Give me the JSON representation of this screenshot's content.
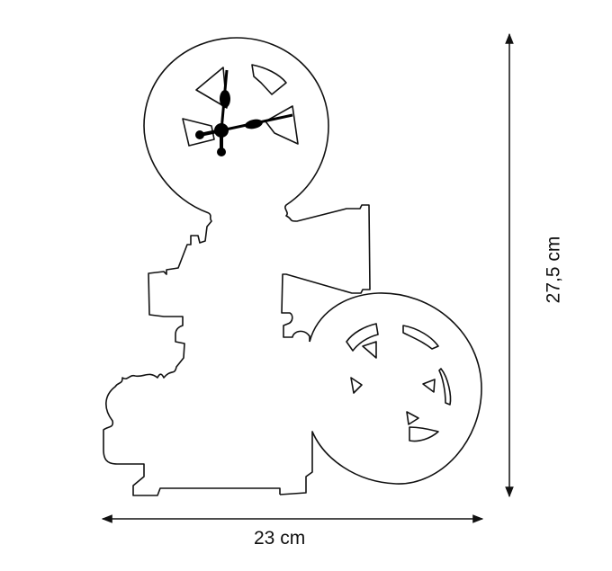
{
  "product": {
    "description": "Film projector silhouette wall clock outline drawing",
    "colors": {
      "outline": "#111111",
      "hands": "#000000",
      "background": "#ffffff"
    }
  },
  "dimensions": {
    "width_label": "23 cm",
    "height_label": "27,5 cm"
  },
  "clock": {
    "hour_hand_direction": "12",
    "minute_hand_direction": "3"
  }
}
